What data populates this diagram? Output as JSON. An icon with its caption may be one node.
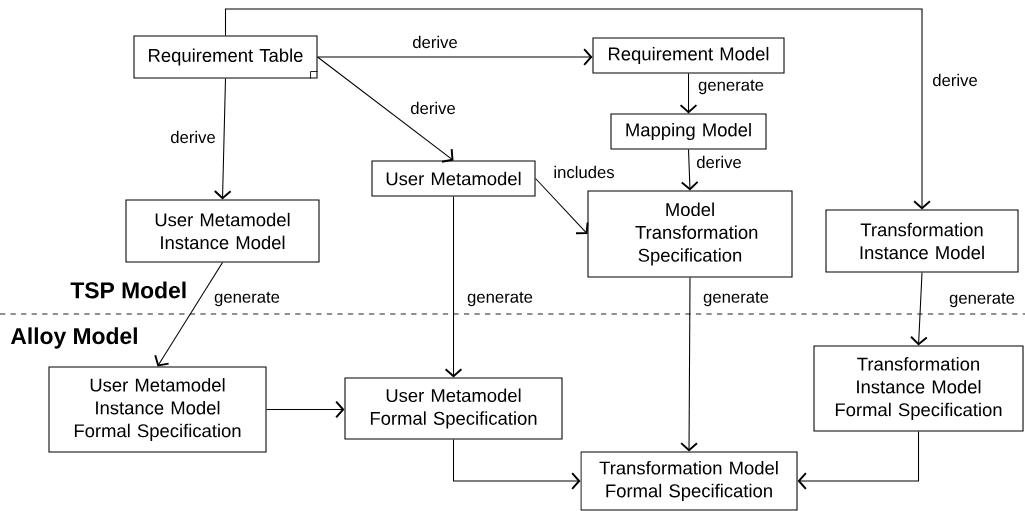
{
  "diagram": {
    "nodes": [
      {
        "text": [
          "Requirement Table"
        ]
      },
      {
        "text": [
          "Requirement Model"
        ]
      },
      {
        "text": [
          "Mapping Model"
        ]
      },
      {
        "text": [
          "User Metamodel"
        ]
      },
      {
        "text": [
          "User Metamodel Instance Model"
        ]
      },
      {
        "text": [
          "Model Transformation Specification"
        ]
      },
      {
        "text": [
          "Transformation Instance Model"
        ]
      },
      {
        "text": [
          "User Metamodel Instance Model Formal Specification"
        ]
      },
      {
        "text": [
          "User Metamodel Formal Specification"
        ]
      },
      {
        "text": [
          "Transformation Instance Model Formal Specification"
        ]
      },
      {
        "text": [
          "Transformation Model Formal Specification"
        ]
      }
    ],
    "edges": [
      {
        "from": 0,
        "to": 1,
        "arrow": "to",
        "label": "derive"
      },
      {
        "from": 0,
        "to": 3,
        "arrow": "to",
        "label": "derive"
      },
      {
        "from": 0,
        "to": 4,
        "arrow": "to",
        "label": "derive"
      },
      {
        "from": 0,
        "to": 6,
        "arrow": "to",
        "label": "derive"
      },
      {
        "from": 1,
        "to": 2,
        "arrow": "to",
        "label": "generate"
      },
      {
        "from": 2,
        "to": 5,
        "arrow": "to",
        "label": "derive"
      },
      {
        "from": 3,
        "to": 5,
        "arrow": "to",
        "label": "includes"
      },
      {
        "from": 4,
        "to": 7,
        "arrow": "to",
        "label": "generate"
      },
      {
        "from": 3,
        "to": 8,
        "arrow": "to",
        "label": "generate"
      },
      {
        "from": 5,
        "to": 10,
        "arrow": "to",
        "label": "generate"
      },
      {
        "from": 6,
        "to": 9,
        "arrow": "to",
        "label": "generate"
      },
      {
        "from": 7,
        "to": 8,
        "arrow": "to"
      },
      {
        "from": 8,
        "to": 10,
        "arrow": "to"
      },
      {
        "from": 9,
        "to": 10,
        "arrow": "to"
      }
    ],
    "labels": [
      "TSP Model",
      "Alloy Model"
    ]
  }
}
